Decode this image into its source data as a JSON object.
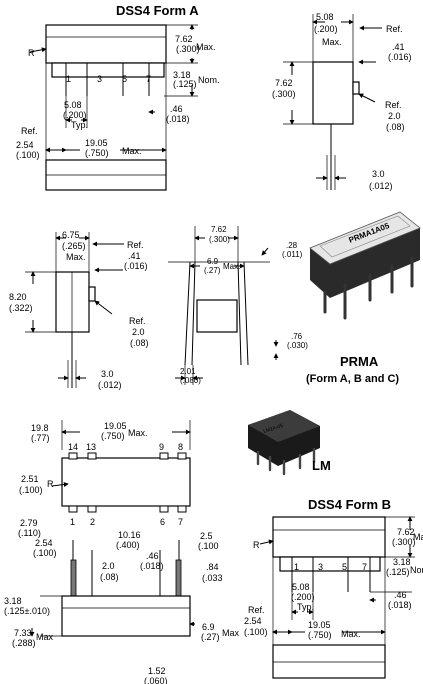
{
  "titles": {
    "dss4_form_a": "DSS4 Form A",
    "prma": "PRMA",
    "prma_sub": "(Form A, B and C)",
    "lm": "LM",
    "dss4_form_b": "DSS4 Form B"
  },
  "photos": {
    "prma_body_label": "PRMA1A05",
    "lm_body_label": "LM1A-05"
  },
  "dims": {
    "a_pin_r": "R",
    "a_h1": "7.62",
    "a_h2": "(.300)",
    "a_h3": "Max.",
    "a_n1": "3.18",
    "a_n2": "(.125)",
    "a_n3": "Nom.",
    "a_p1": "1",
    "a_p3": "3",
    "a_p5": "5",
    "a_p7": "7",
    "a_s1": "5.08",
    "a_s2": "(.200)",
    "a_s3": "Typ.",
    "a_d1": ".46",
    "a_d2": "(.018)",
    "a_r1": "Ref.",
    "a_r2": "2.54",
    "a_r3": "(.100)",
    "a_l1": "19.05",
    "a_l2": "(.750)",
    "a_l3": "Max.",
    "e_w1": "5.08",
    "e_w2": "(.200)",
    "e_w3": "Max.",
    "e_ref": "Ref.",
    "e_t1": ".41",
    "e_t2": "(.016)",
    "e_h1": "7.62",
    "e_h2": "(.300)",
    "e_r1": "Ref.",
    "e_r2": "2.0",
    "e_r3": "(.08)",
    "e_b1": "3.0",
    "e_b2": "(.012)",
    "p_w1": "6.75",
    "p_w2": "(.265)",
    "p_w3": "Max.",
    "p_ref": "Ref.",
    "p_t1": ".41",
    "p_t2": "(.016)",
    "p_h1": "8.20",
    "p_h2": "(.322)",
    "p_r1": "Ref.",
    "p_r2": "2.0",
    "p_r3": "(.08)",
    "p_b1": "3.0",
    "p_b2": "(.012)",
    "q_w1": "7.62",
    "q_w2": "(.300)",
    "q_c1": "6.9",
    "q_c2": "(.27)",
    "q_c3": "Max.",
    "q_t1": ".28",
    "q_t2": "(.011)",
    "q_d1": ".76",
    "q_d2": "(.030)",
    "q_s1": "2.01",
    "q_s2": "(.080)",
    "l_p14": "14",
    "l_p13": "13",
    "l_p9": "9",
    "l_p8": "8",
    "l_p1": "1",
    "l_p2": "2",
    "l_p6": "6",
    "l_p7": "7",
    "l_tw1": "19.8",
    "l_tw2": "(.77)",
    "l_tl1": "19.05",
    "l_tl2": "(.750)",
    "l_tl3": "Max.",
    "l_r1": "2.51",
    "l_r2": "(.100)",
    "l_r3": "R",
    "l_a1": "2.79",
    "l_a2": "(.110)",
    "l_b1": "2.54",
    "l_b2": "(.100)",
    "l_c1": "10.16",
    "l_c2": "(.400)",
    "l_e1": "2.5",
    "l_e2": "(.100",
    "l_f1": "2.0",
    "l_f2": "(.08)",
    "l_g1": ".46",
    "l_g2": "(.018)",
    "l_h1": ".84",
    "l_h2": "(.033",
    "l_i1": "3.18",
    "l_i2": "(.125±.010)",
    "l_j1": "7.33",
    "l_j2": "(.288)",
    "l_j3": "Max",
    "l_k1": "6.9",
    "l_k2": "(.27)",
    "l_k3": "Max",
    "l_m1": "1.52",
    "l_m2": "(.060)",
    "b_pin_r": "R",
    "b_h1": "7.62",
    "b_h2": "(.300)",
    "b_h3": "Ma",
    "b_n1": "3.18",
    "b_n2": "(.125)",
    "b_n3": "Non",
    "b_p1": "1",
    "b_p3": "3",
    "b_p5": "5",
    "b_p7": "7",
    "b_s1": "5.08",
    "b_s2": "(.200)",
    "b_s3": "Typ.",
    "b_d1": ".46",
    "b_d2": "(.018)",
    "b_r1": "Ref.",
    "b_r2": "2.54",
    "b_r3": "(.100)",
    "b_l1": "19.05",
    "b_l2": "(.750)",
    "b_l3": "Max."
  }
}
